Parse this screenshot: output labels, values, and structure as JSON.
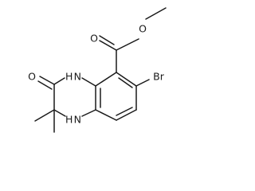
{
  "molecule": {
    "atoms": {
      "methoxy_oxygen": "O",
      "carbonyl_oxygen_ester": "O",
      "bromine": "Br",
      "amide_nh": "H N",
      "ketone_oxygen": "O",
      "amine_nh": "H N"
    }
  }
}
